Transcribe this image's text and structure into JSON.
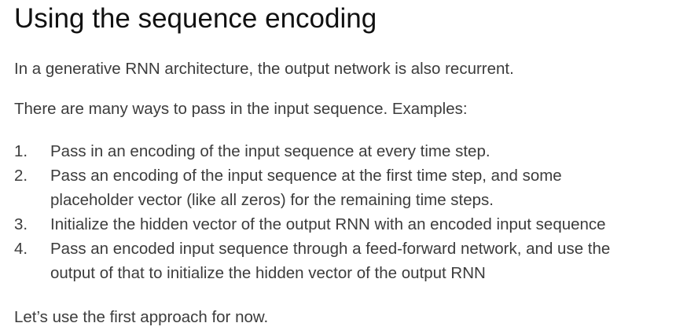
{
  "slide": {
    "title": "Using the sequence encoding",
    "intro": "In a generative RNN architecture, the output network is also recurrent.",
    "lead": "There are many ways to pass in the input sequence. Examples:",
    "steps": [
      {
        "num": "1.",
        "text": "Pass in an encoding of the input sequence at every time step."
      },
      {
        "num": "2.",
        "text": "Pass an encoding of the input sequence at the first time step, and some placeholder vector (like all zeros) for the remaining time steps."
      },
      {
        "num": "3.",
        "text": "Initialize the hidden vector of the output RNN with an encoded input sequence"
      },
      {
        "num": "4.",
        "text": "Pass an encoded input sequence through a feed-forward network, and use the output of that to initialize the hidden vector of the output RNN"
      }
    ],
    "conclusion": "Let’s use the first approach for now."
  }
}
